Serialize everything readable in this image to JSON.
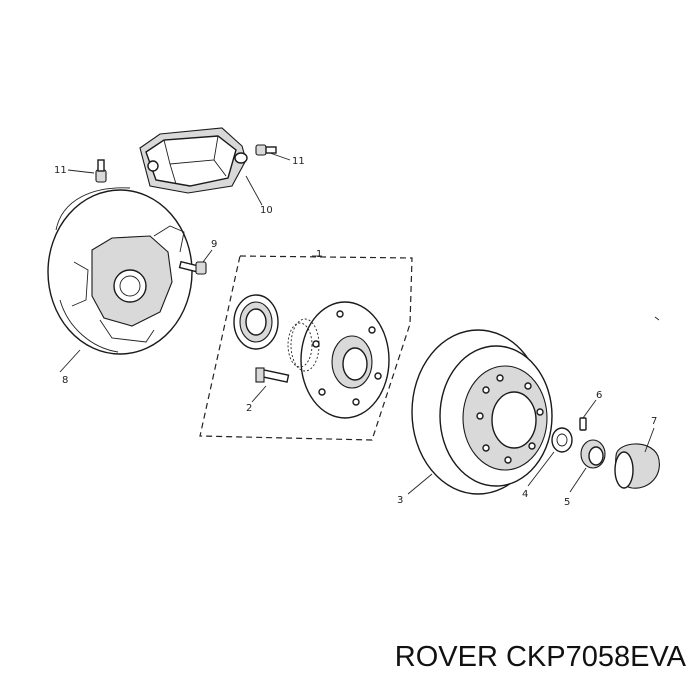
{
  "labels": {
    "l1": "1",
    "l2": "2",
    "l3": "3",
    "l4": "4",
    "l5": "5",
    "l6": "6",
    "l7": "7",
    "l8": "8",
    "l9": "9",
    "l10": "10",
    "l11a": "11",
    "l11b": "11"
  },
  "caption": "ROVER CKP7058EVA"
}
